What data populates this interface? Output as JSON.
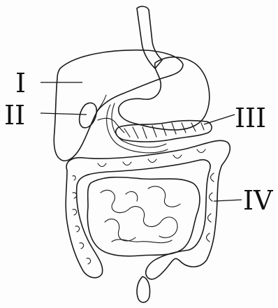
{
  "diagram": {
    "labels": [
      {
        "id": "I",
        "text": "I"
      },
      {
        "id": "II",
        "text": "II"
      },
      {
        "id": "III",
        "text": "III"
      },
      {
        "id": "IV",
        "text": "IV"
      }
    ],
    "colors": {
      "ink": "#1a1a1a",
      "paper": "#fdfdfd",
      "stipple": "#555555"
    }
  }
}
